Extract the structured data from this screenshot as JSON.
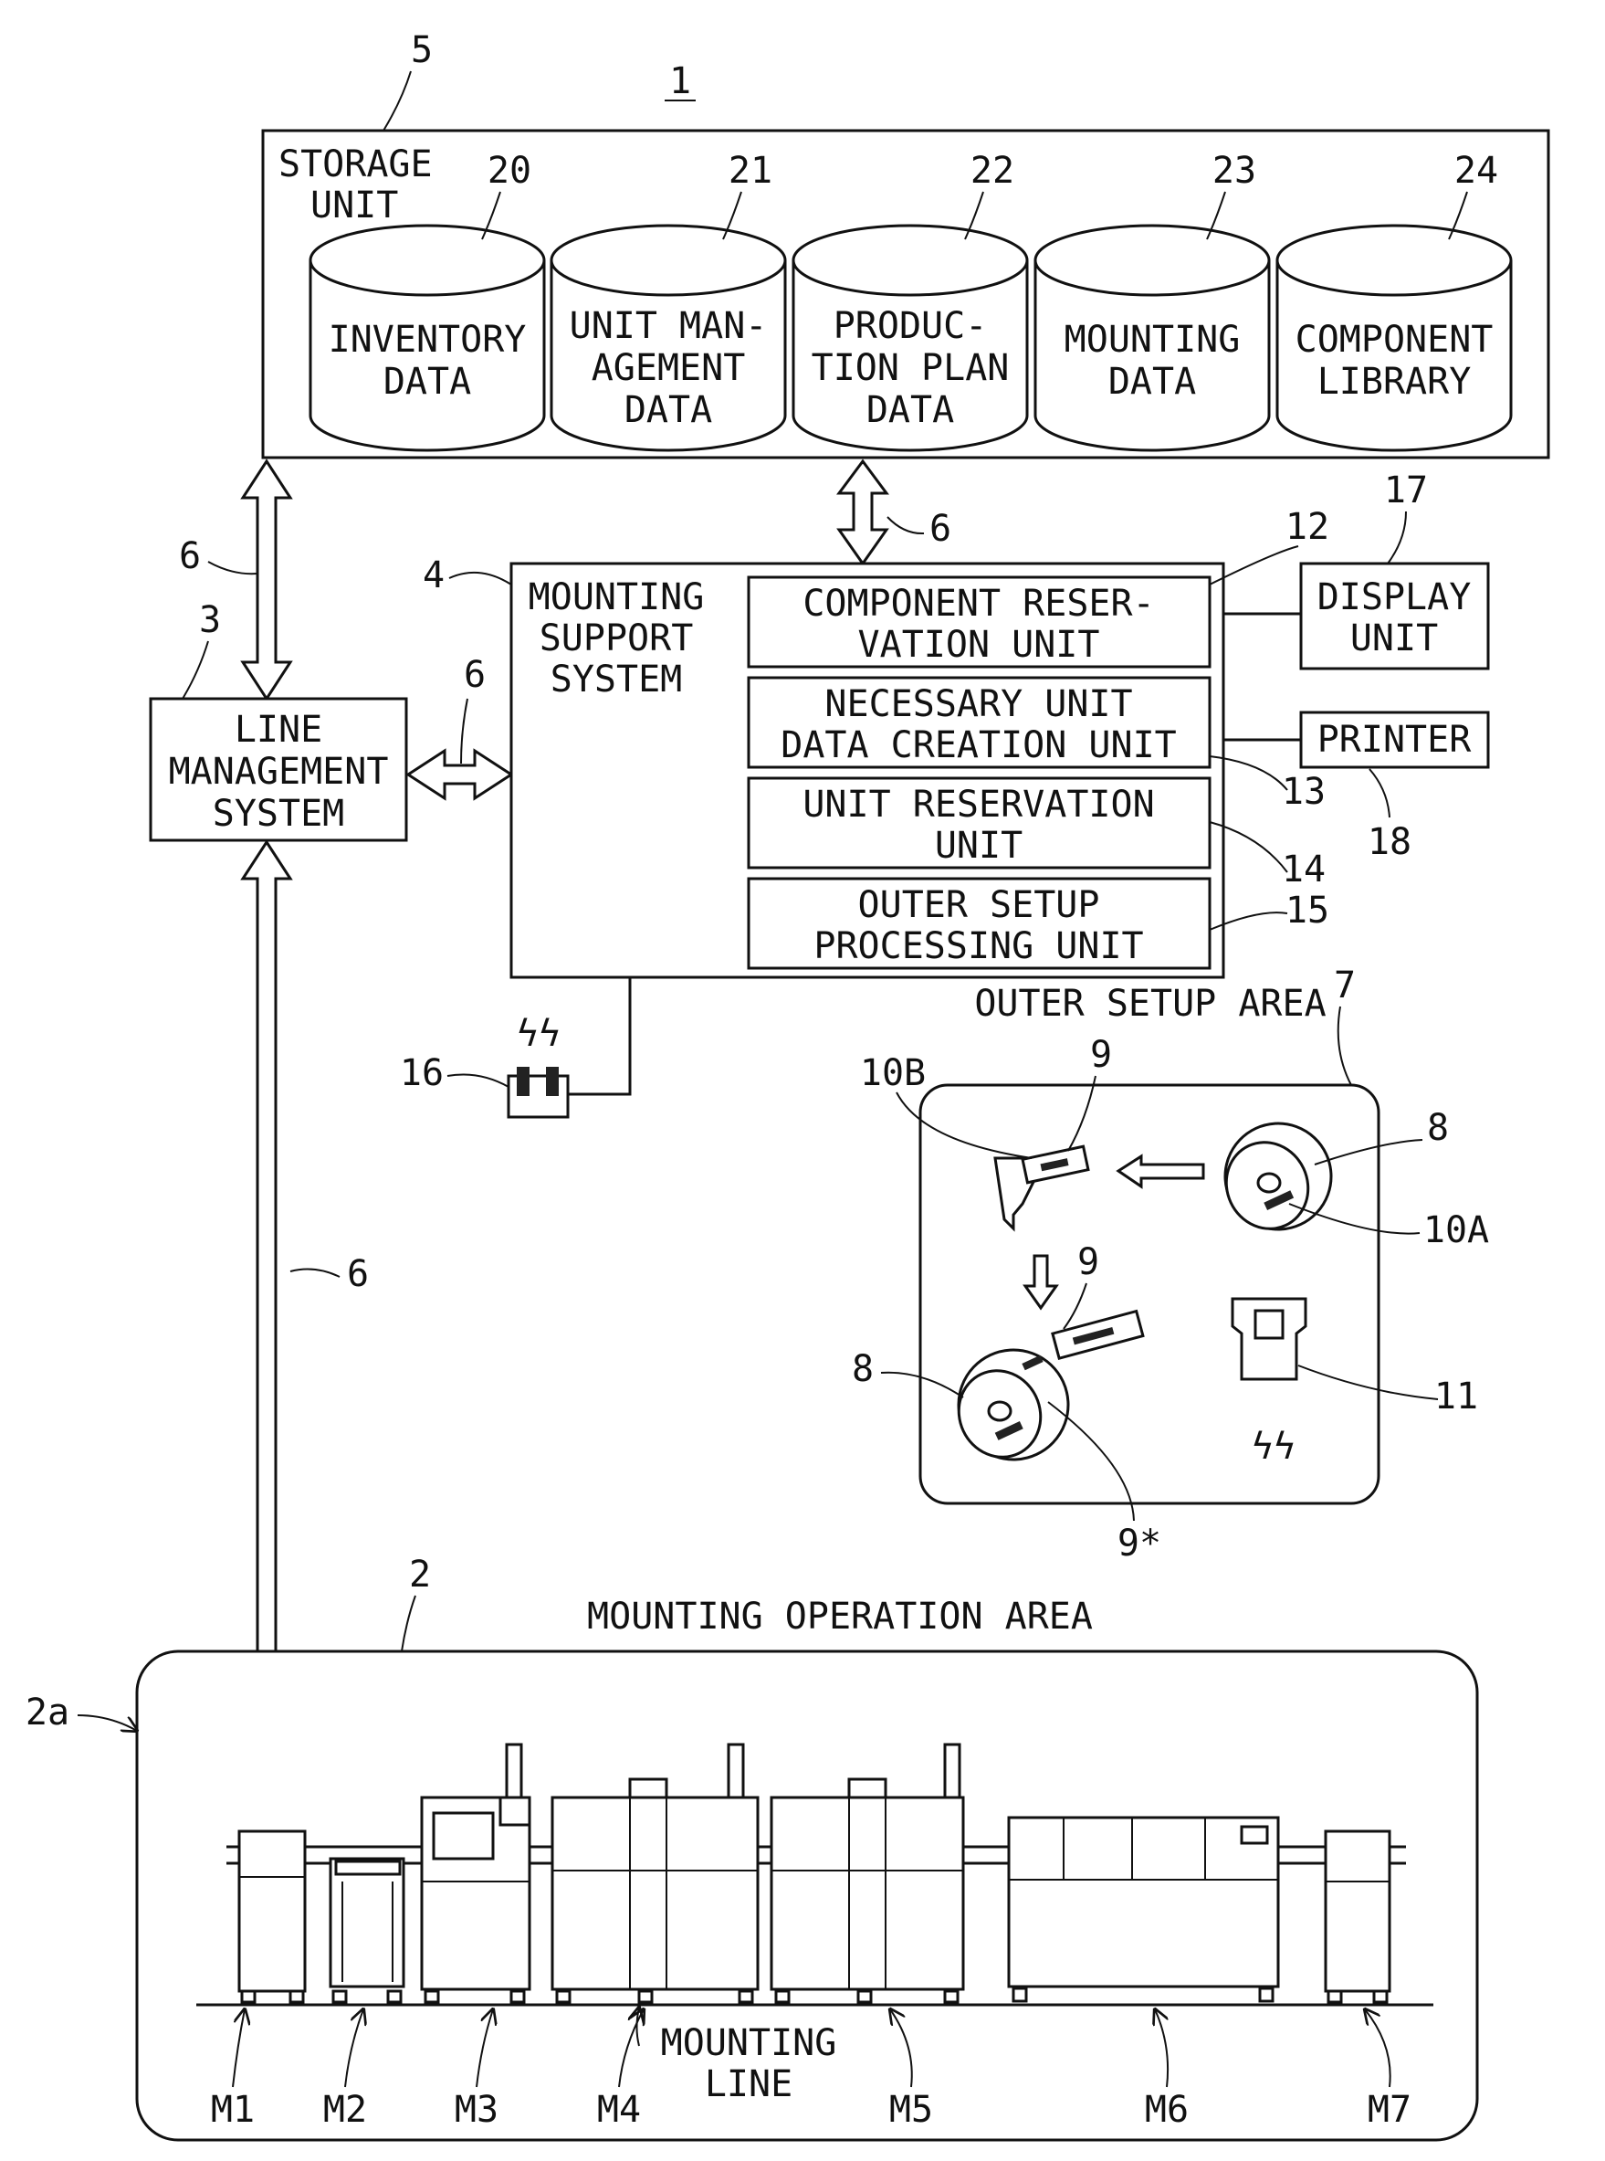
{
  "figure_label": "1",
  "storage": {
    "ref": "5",
    "title_line1": "STORAGE",
    "title_line2": "UNIT",
    "databases": [
      {
        "ref": "20",
        "line1": "INVENTORY",
        "line2": "DATA",
        "line3": ""
      },
      {
        "ref": "21",
        "line1": "UNIT MAN-",
        "line2": "AGEMENT",
        "line3": "DATA"
      },
      {
        "ref": "22",
        "line1": "PRODUC-",
        "line2": "TION PLAN",
        "line3": "DATA"
      },
      {
        "ref": "23",
        "line1": "MOUNTING",
        "line2": "DATA",
        "line3": ""
      },
      {
        "ref": "24",
        "line1": "COMPONENT",
        "line2": "LIBRARY",
        "line3": ""
      }
    ]
  },
  "network_ref": "6",
  "line_mgmt": {
    "ref": "3",
    "line1": "LINE",
    "line2": "MANAGEMENT",
    "line3": "SYSTEM"
  },
  "support": {
    "ref": "4",
    "line1": "MOUNTING",
    "line2": "SUPPORT",
    "line3": "SYSTEM",
    "units": [
      {
        "ref": "12",
        "line1": "COMPONENT RESER-",
        "line2": "VATION UNIT"
      },
      {
        "ref": "13",
        "line1": "NECESSARY UNIT",
        "line2": "DATA CREATION UNIT"
      },
      {
        "ref": "14",
        "line1": "UNIT RESERVATION",
        "line2": "UNIT"
      },
      {
        "ref": "15",
        "line1": "OUTER SETUP",
        "line2": "PROCESSING UNIT"
      }
    ]
  },
  "display": {
    "ref": "17",
    "line1": "DISPLAY",
    "line2": "UNIT"
  },
  "printer": {
    "ref": "18",
    "label": "PRINTER"
  },
  "wireless_ref": "16",
  "wireless_symbol": "ϟϟ",
  "outer_setup": {
    "title": "OUTER SETUP AREA",
    "ref": "7",
    "refs": {
      "feeder": "9",
      "reel": "8",
      "label_feeder": "10B",
      "label_reel": "10A",
      "terminal": "11",
      "assembled": "9*"
    }
  },
  "operation_area": {
    "ref": "2",
    "title": "MOUNTING OPERATION AREA",
    "sub_ref": "2a"
  },
  "mounting_line": {
    "line1": "MOUNTING",
    "line2": "LINE",
    "machines": [
      "M1",
      "M2",
      "M3",
      "M4",
      "M5",
      "M6",
      "M7"
    ]
  }
}
